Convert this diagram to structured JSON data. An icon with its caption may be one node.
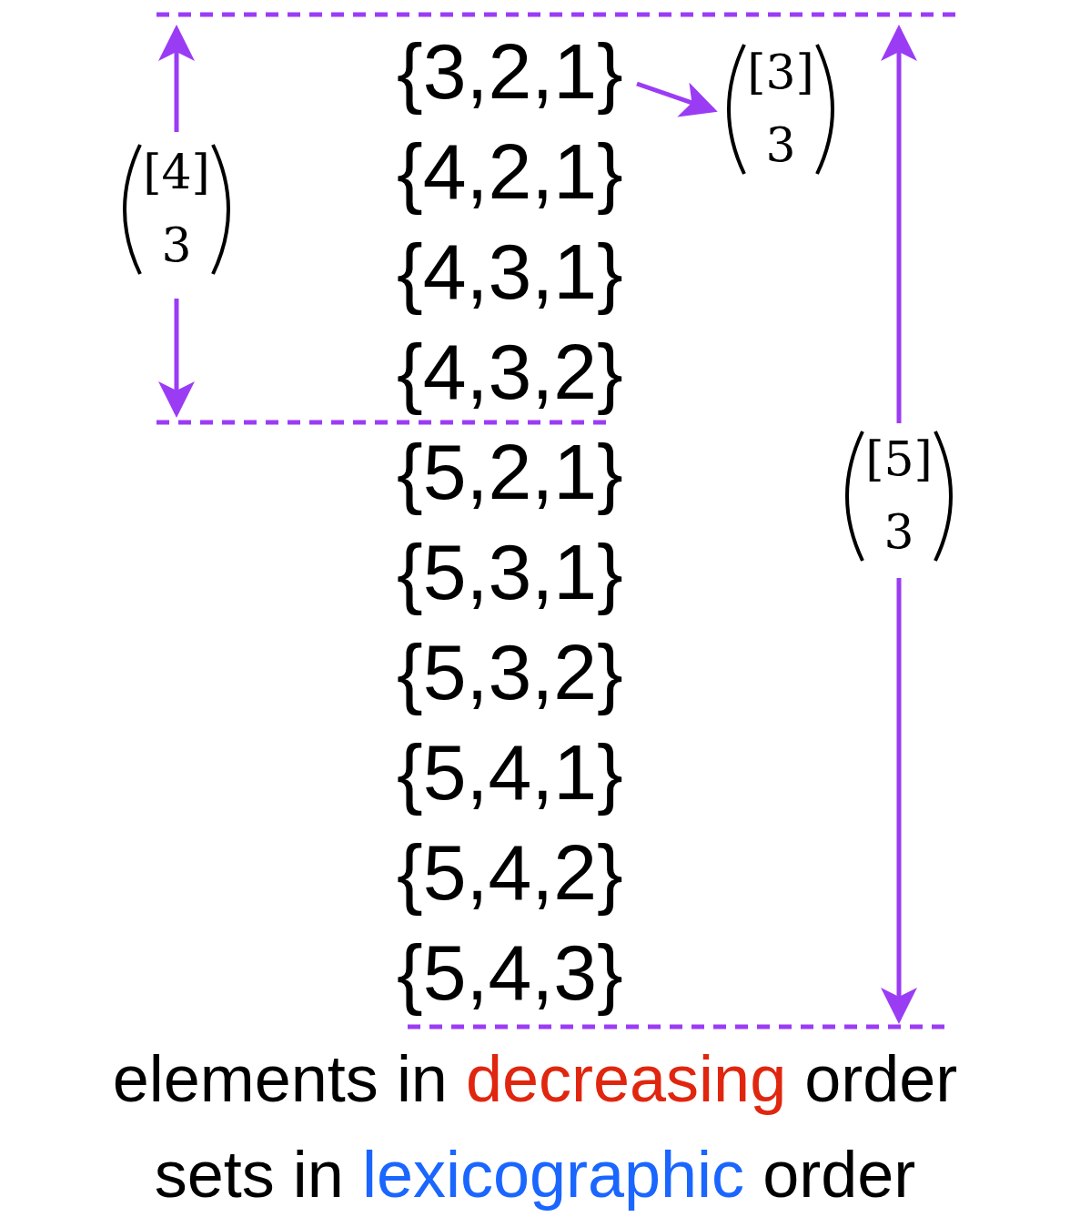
{
  "diagram": {
    "nodes": [
      {
        "text": [
          "{3,2,1}"
        ]
      },
      {
        "text": [
          "[3]",
          "3"
        ]
      }
    ],
    "edges": [
      {
        "from": 0,
        "to": 1,
        "arrow": "to"
      }
    ],
    "labels": [
      "{4,2,1}",
      "[4]",
      "3",
      "{4,3,1}",
      "{4,3,2}",
      "{5,2,1}",
      "[5]",
      "3",
      "{5,3,1}",
      "{5,3,2}",
      "{5,4,1}",
      "{5,4,2}",
      "{5,4,3}",
      "elements in decreasing order",
      "sets in lexicographic order"
    ]
  }
}
